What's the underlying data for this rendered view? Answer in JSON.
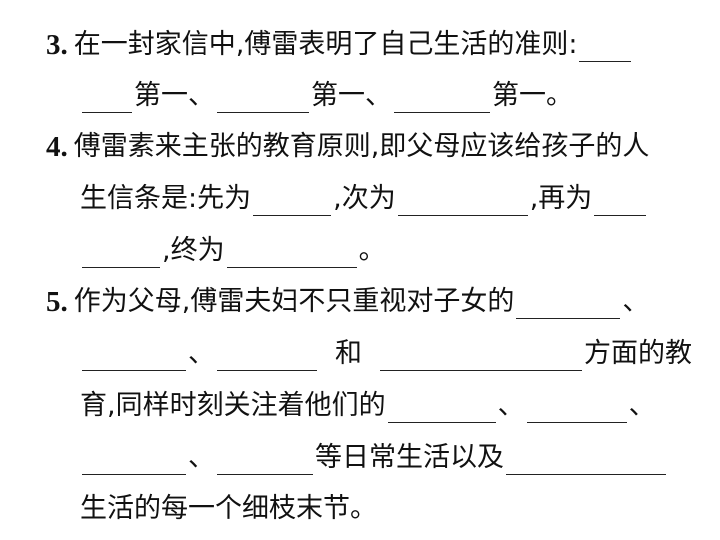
{
  "questions": [
    {
      "number": "3.",
      "lines": [
        [
          "在一封家信中,傅雷表明了自己生活的准则:"
        ],
        [
          "第一、",
          "第一、",
          "第一。"
        ]
      ]
    },
    {
      "number": "4.",
      "lines": [
        [
          "傅雷素来主张的教育原则,即父母应该给孩子的人"
        ],
        [
          "生信条是:先为",
          ",次为",
          ",再为"
        ],
        [
          ",终为",
          "。"
        ]
      ]
    },
    {
      "number": "5.",
      "lines": [
        [
          "作为父母,傅雷夫妇不只重视对子女的",
          "、"
        ],
        [
          "、",
          "和",
          "方面的教"
        ],
        [
          "育,同样时刻关注着他们的",
          "、",
          "、"
        ],
        [
          "、",
          "等日常生活以及"
        ],
        [
          "生活的每一个细枝末节。"
        ]
      ]
    }
  ]
}
